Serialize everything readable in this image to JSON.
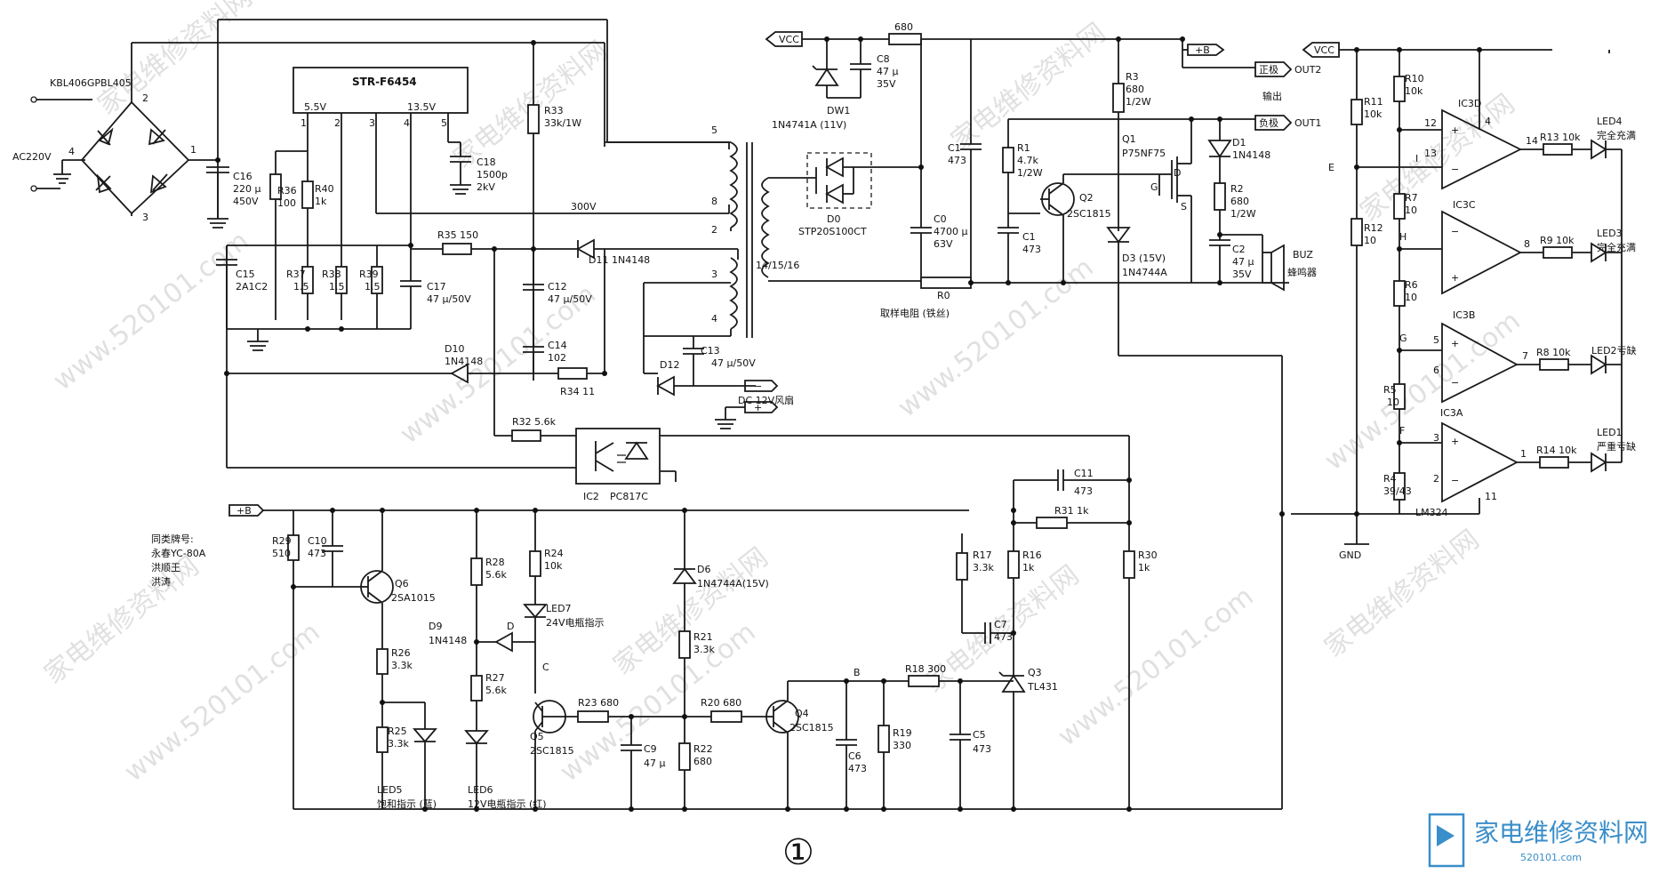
{
  "watermark_texts": [
    "家电维修资料网",
    "www.520101.com"
  ],
  "logo": {
    "brand_cn": "家电维修资料网",
    "url": "520101.com",
    "accent": "#3a8ec9"
  },
  "bridge": {
    "part": "KBL406GPBL405",
    "input": "AC220V",
    "pins": [
      "1",
      "2",
      "3",
      "4"
    ]
  },
  "ic1": {
    "name": "STR-F6454",
    "v1": "5.5V",
    "v2": "13.5V",
    "pins": [
      "1",
      "2",
      "3",
      "4",
      "5"
    ]
  },
  "left": {
    "c16": [
      "C16",
      "220 μ",
      "450V"
    ],
    "r36": [
      "R36",
      "100"
    ],
    "r40": [
      "R40",
      "1k"
    ],
    "c18": [
      "C18",
      "1500p",
      "2kV"
    ],
    "r33": [
      "R33",
      "33k/1W"
    ],
    "v300": "300V",
    "r35": "R35 150",
    "d11": "D11 1N4148",
    "c15": [
      "C15",
      "2A1C2"
    ],
    "r37": [
      "R37",
      "1.5"
    ],
    "r38": [
      "R38",
      "1.5"
    ],
    "r39": [
      "R39",
      "1.5"
    ],
    "c17": [
      "C17",
      "47 μ/50V"
    ],
    "c12": [
      "C12",
      "47 μ/50V"
    ],
    "c14": [
      "C14",
      "102"
    ],
    "d10": [
      "D10",
      "1N4148"
    ],
    "r34": "R34 11",
    "d12": "D12",
    "c13": [
      "C13",
      "47 μ/50V"
    ],
    "fan": "DC 12V风扇",
    "r32": "R32 5.6k",
    "ic2": [
      "IC2",
      "PC817C"
    ]
  },
  "transformer": {
    "pins": [
      "5",
      "8",
      "2",
      "3",
      "4",
      "14/15/16"
    ]
  },
  "secondary": {
    "vcc": "VCC",
    "r680": "680",
    "c8": [
      "C8",
      "47 μ",
      "35V"
    ],
    "dw1": [
      "DW1",
      "1N4741A (11V)"
    ],
    "d0": [
      "D0",
      "STP20S100CT"
    ],
    "c1_top": [
      "C1",
      "473"
    ],
    "c0": [
      "C0",
      "4700 μ",
      "63V"
    ],
    "r0": "R0",
    "sense": "取样电阻 (铁丝)",
    "plusb": "+B",
    "r3": [
      "R3",
      "680",
      "1/2W"
    ],
    "pos": "正极",
    "out2": "OUT2",
    "output": "输出",
    "neg": "负极",
    "out1": "OUT1",
    "r1": [
      "R1",
      "4.7k",
      "1/2W"
    ],
    "q2": [
      "Q2",
      "2SC1815"
    ],
    "c1": [
      "C1",
      "473"
    ],
    "q1": [
      "Q1",
      "P75NF75"
    ],
    "q1pins": [
      "D",
      "G",
      "S"
    ],
    "d1": [
      "D1",
      "1N4148"
    ],
    "r2": [
      "R2",
      "680",
      "1/2W"
    ],
    "c2": [
      "C2",
      "47 μ",
      "35V"
    ],
    "buz": [
      "BUZ",
      "蜂鸣器"
    ],
    "d3": [
      "D3 (15V)",
      "1N4744A"
    ]
  },
  "right": {
    "vcc": "VCC",
    "r11": [
      "R11",
      "10k"
    ],
    "r10": [
      "R10",
      "10k"
    ],
    "r12": [
      "R12",
      "10"
    ],
    "r7": [
      "R7",
      "10"
    ],
    "r6": [
      "R6",
      "10"
    ],
    "r5": [
      "R5",
      "10"
    ],
    "r4": [
      "R4",
      "39/43"
    ],
    "nodes": [
      "E",
      "H",
      "G",
      "F"
    ],
    "ic3d": [
      "IC3D",
      "12",
      "13",
      "14",
      "4"
    ],
    "ic3c": [
      "IC3C",
      "8"
    ],
    "ic3b": [
      "IC3B",
      "5",
      "6",
      "7"
    ],
    "ic3a": [
      "IC3A",
      "3",
      "2",
      "1",
      "11"
    ],
    "lm324": "LM324",
    "gnd": "GND",
    "i": "I",
    "r13": "R13 10k",
    "r9": "R9 10k",
    "r8": "R8 10k",
    "r14": "R14 10k",
    "led4": [
      "LED4",
      "完全充满"
    ],
    "led3": [
      "LED3",
      "完全充满"
    ],
    "led2": [
      "LED2亏缺"
    ],
    "led1": [
      "LED1",
      "严重亏缺"
    ]
  },
  "bottom": {
    "plusb": "+B",
    "models": [
      "同类牌号:",
      "永春YC-80A",
      "洪顺王",
      "洪涛"
    ],
    "r29": [
      "R29",
      "510"
    ],
    "c10": [
      "C10",
      "473"
    ],
    "q6": [
      "Q6",
      "2SA1015"
    ],
    "r26": [
      "R26",
      "3.3k"
    ],
    "r25": [
      "R25",
      "3.3k"
    ],
    "led5": [
      "LED5",
      "饱和指示 (蓝)"
    ],
    "r28": [
      "R28",
      "5.6k"
    ],
    "d9": [
      "D9",
      "1N4148"
    ],
    "nodeD": "D",
    "r27": [
      "R27",
      "5.6k"
    ],
    "led6": [
      "LED6",
      "12V电瓶指示 (红)"
    ],
    "r24": [
      "R24",
      "10k"
    ],
    "led7": [
      "LED7",
      "24V电瓶指示"
    ],
    "nodeC": "C",
    "q5": [
      "Q5",
      "2SC1815"
    ],
    "r23": "R23 680",
    "c9": [
      "C9",
      "47 μ"
    ],
    "d6": [
      "D6",
      "1N4744A(15V)"
    ],
    "r21": [
      "R21",
      "3.3k"
    ],
    "r20": "R20 680",
    "r22": [
      "R22",
      "680"
    ],
    "q4": [
      "Q4",
      "2SC1815"
    ],
    "nodeB": "B",
    "c6": [
      "C6",
      "473"
    ],
    "r19": [
      "R19",
      "330"
    ],
    "r18": "R18 300",
    "c5": [
      "C5",
      "473"
    ],
    "r17": [
      "R17",
      "3.3k"
    ],
    "c7": [
      "C7",
      "473"
    ],
    "r16": [
      "R16",
      "1k"
    ],
    "q3": [
      "Q3",
      "TL431"
    ],
    "c11": [
      "C11",
      "473"
    ],
    "r31": "R31 1k",
    "r30": [
      "R30",
      "1k"
    ],
    "circle": "①"
  }
}
